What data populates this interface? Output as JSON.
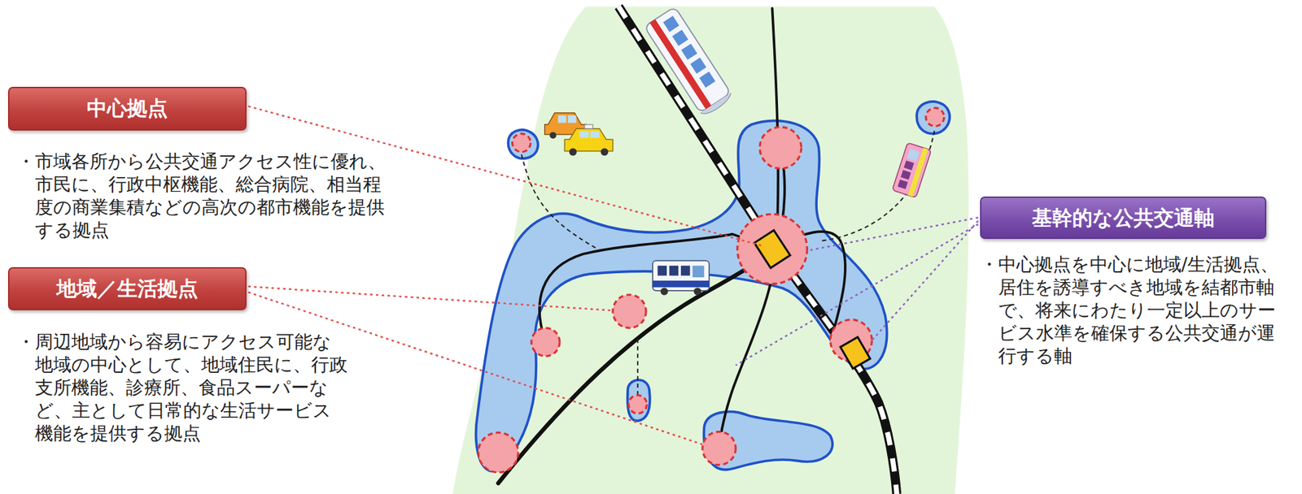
{
  "diagram": {
    "nodes": [
      {
        "text": [
          "中心拠点",
          "・市域各所から公共交通アクセス性に優れ、市民に、行政中枢機能、総合病院、相当程度の商業集積などの高次の都市機能を提供する拠点"
        ]
      },
      {
        "text": [
          "地域／生活拠点",
          "・周辺地域から容易にアクセス可能な地域の中心として、地域住民に、行政支所機能、診療所、食品スーパーなど、主として日常的な生活サービス機能を提供する拠点"
        ]
      },
      {
        "text": [
          "基幹的な公共交通軸",
          "・中心拠点を中心に地域/生活拠点、居住を誘導すべき地域を結都市軸で、将来にわたり一定以上のサービス水準を確保する公共交通が運行する軸"
        ]
      }
    ]
  }
}
